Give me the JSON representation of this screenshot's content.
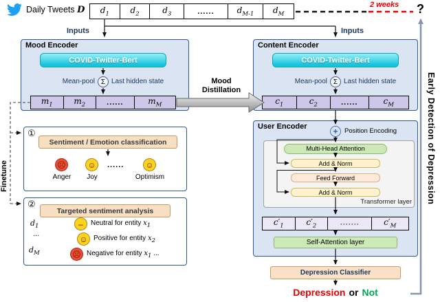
{
  "colors": {
    "twitter_blue": "#1da1f2",
    "panel_blue": "#dbe4f2",
    "panel_border": "#2f5597",
    "bert_cyan": "#17c3dc",
    "cell_lavender": "#cfc7e8",
    "green_block": "#cde9b8",
    "yellow_block": "#fff2cc",
    "cream_block": "#fdeada",
    "tan_block": "#f7dfc2",
    "depression_red": "#e60000",
    "not_green": "#00a651",
    "rail_gray": "#8496af"
  },
  "header": {
    "daily_tweets": "Daily Tweets",
    "dataset_symbol": "D",
    "timeline": [
      {
        "base": "d",
        "sub": "1"
      },
      {
        "base": "d",
        "sub": "2"
      },
      {
        "base": "d",
        "sub": "3"
      },
      {
        "base": "......",
        "sub": ""
      },
      {
        "base": "d",
        "sub": "M-1"
      },
      {
        "base": "d",
        "sub": "M"
      }
    ],
    "two_weeks": "2 weeks",
    "question": "?",
    "inputs_left": "Inputs",
    "inputs_right": "Inputs"
  },
  "mood_encoder": {
    "title": "Mood Encoder",
    "bert": "COVID-Twitter-Bert",
    "mean_pool": "Mean-pool",
    "sigma": "Σ",
    "last_hidden": "Last hidden state",
    "cells": [
      {
        "base": "m",
        "sub": "1"
      },
      {
        "base": "m",
        "sub": "2"
      },
      {
        "base": "......",
        "sub": ""
      },
      {
        "base": "m",
        "sub": "M"
      }
    ]
  },
  "content_encoder": {
    "title": "Content Encoder",
    "bert": "COVID-Twitter-Bert",
    "mean_pool": "Mean-pool",
    "sigma": "Σ",
    "last_hidden": "Last hidden state",
    "cells": [
      {
        "base": "c",
        "sub": "1"
      },
      {
        "base": "c",
        "sub": "2"
      },
      {
        "base": "......",
        "sub": ""
      },
      {
        "base": "c",
        "sub": "M"
      }
    ]
  },
  "distillation": {
    "line1": "Mood",
    "line2": "Distillation"
  },
  "user_encoder": {
    "title": "User Encoder",
    "plus": "+",
    "position_encoding": "Position Encoding",
    "multi_head_attention": "Multi-Head Attention",
    "add_norm_1": "Add & Norm",
    "feed_forward": "Feed Forward",
    "add_norm_2": "Add & Norm",
    "transformer_label": "Transformer layer",
    "cells": [
      {
        "base": "c′",
        "sub": "1"
      },
      {
        "base": "c′",
        "sub": "2"
      },
      {
        "base": "·······",
        "sub": ""
      },
      {
        "base": "c′",
        "sub": "M"
      }
    ],
    "self_attention": "Self-Attention layer"
  },
  "classifier": {
    "label": "Depression Classifier"
  },
  "output": {
    "depression": "Depression",
    "or": "or",
    "not": "Not"
  },
  "finetune": {
    "label": "Finetune",
    "task1": {
      "badge": "①",
      "title": "Sentiment / Emotion classification",
      "dots": "......",
      "emotions": [
        {
          "glyph": "☹",
          "label": "Anger",
          "style": "background:#ee4b33"
        },
        {
          "glyph": "☺",
          "label": "Joy",
          "style": "background:#ffd21f"
        },
        {
          "glyph": "☺",
          "label": "Optimism",
          "style": "background:#ffd21f"
        }
      ]
    },
    "task2": {
      "badge": "②",
      "title": "Targeted sentiment analysis",
      "doc_labels": [
        {
          "base": "d",
          "sub": "1"
        },
        {
          "base": "...",
          "sub": ""
        },
        {
          "base": "d",
          "sub": "M"
        }
      ],
      "rows": [
        {
          "glyph": "–",
          "style": "background:#ffd21f",
          "text": "Neutral for entity",
          "entity": "x",
          "sub": "1",
          "trail": ""
        },
        {
          "glyph": "☺",
          "style": "background:#ffd21f",
          "text": "Positive for entity",
          "entity": "x",
          "sub": "2",
          "trail": ""
        },
        {
          "glyph": "☹",
          "style": "background:#ee4b33",
          "text": "Negative for entity",
          "entity": "x",
          "sub": "1",
          "trail": "..."
        }
      ]
    }
  },
  "right_rail": {
    "label": "Early Detection of Depression"
  }
}
